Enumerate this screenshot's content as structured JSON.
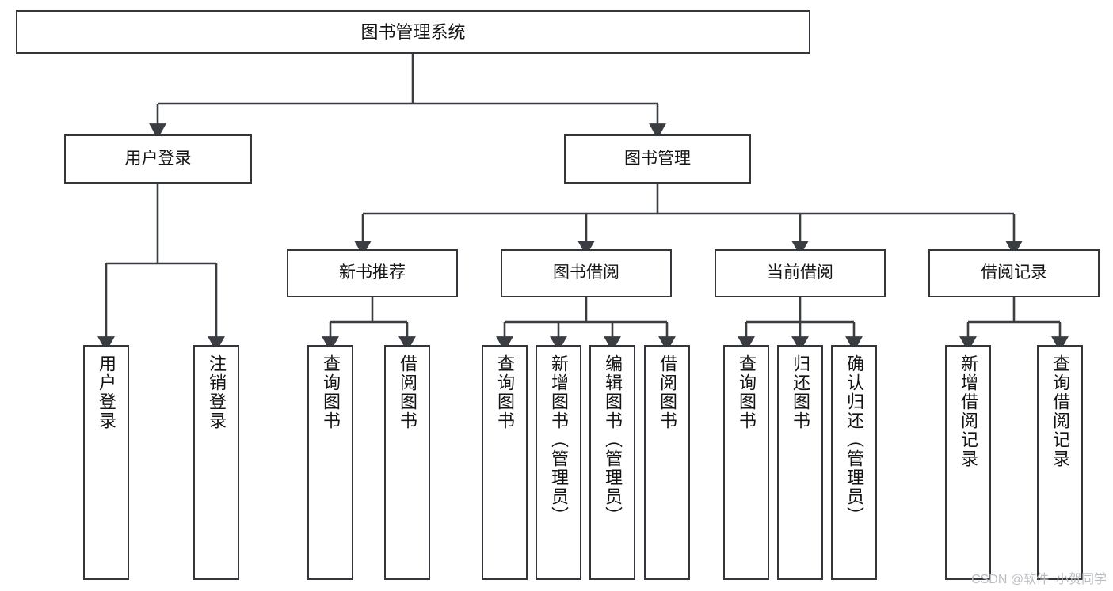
{
  "diagram": {
    "title": "图书管理系统",
    "type": "hierarchy-tree",
    "orientation": "top-down",
    "colors": {
      "box_border": "#33373b",
      "box_fill": "#ffffff",
      "connector": "#3a3e42",
      "text": "#141414",
      "watermark": "#b9bcc0",
      "background": "#ffffff"
    },
    "watermark": "CSDN @软件_小贺同学"
  },
  "nodes": {
    "root": {
      "label": "图书管理系统",
      "level": 1
    },
    "level2": [
      {
        "id": "user-login",
        "label": "用户登录"
      },
      {
        "id": "book-manage",
        "label": "图书管理"
      }
    ],
    "level3": [
      {
        "id": "new-book-recommend",
        "label": "新书推荐"
      },
      {
        "id": "book-borrow",
        "label": "图书借阅"
      },
      {
        "id": "current-borrow",
        "label": "当前借阅"
      },
      {
        "id": "borrow-record",
        "label": "借阅记录"
      }
    ],
    "leaves": {
      "user-login": [
        {
          "id": "leaf-user-login",
          "label": "用户登录"
        },
        {
          "id": "leaf-logout-login",
          "label": "注销登录"
        }
      ],
      "new-book-recommend": [
        {
          "id": "leaf-query-book-1",
          "label": "查询图书"
        },
        {
          "id": "leaf-borrow-book-1",
          "label": "借阅图书"
        }
      ],
      "book-borrow": [
        {
          "id": "leaf-query-book-2",
          "label": "查询图书"
        },
        {
          "id": "leaf-add-book",
          "label": "新增图书（管理员）"
        },
        {
          "id": "leaf-edit-book",
          "label": "编辑图书（管理员）"
        },
        {
          "id": "leaf-borrow-book-2",
          "label": "借阅图书"
        }
      ],
      "current-borrow": [
        {
          "id": "leaf-query-book-3",
          "label": "查询图书"
        },
        {
          "id": "leaf-return-book",
          "label": "归还图书"
        },
        {
          "id": "leaf-confirm-return",
          "label": "确认归还（管理员）"
        }
      ],
      "borrow-record": [
        {
          "id": "leaf-add-record",
          "label": "新增借阅记录"
        },
        {
          "id": "leaf-query-record",
          "label": "查询借阅记录"
        }
      ]
    }
  }
}
